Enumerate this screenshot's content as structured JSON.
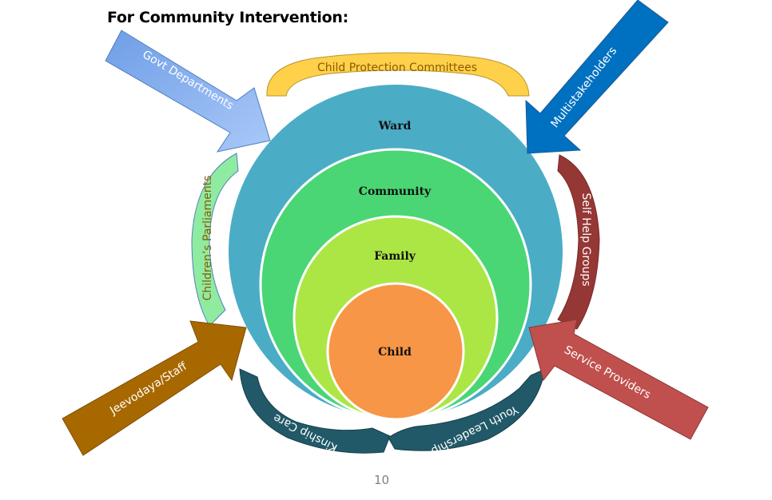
{
  "title": "For Community Intervention:",
  "page_number": "10",
  "rings": [
    {
      "label": "Ward",
      "color": "#4BACC6"
    },
    {
      "label": "Community",
      "color": "#4AD674"
    },
    {
      "label": "Family",
      "color": "#ACE645"
    },
    {
      "label": "Child",
      "color": "#F79646"
    }
  ],
  "arrows": [
    {
      "label": "Govt Departments",
      "color": "#8DB4F0"
    },
    {
      "label": "Multistakeholders",
      "color": "#0070C0"
    },
    {
      "label": "Jeevodaya/Staff",
      "color": "#A86800"
    },
    {
      "label": "Service Providers",
      "color": "#C0504D"
    }
  ],
  "arcs": [
    {
      "label": "Child Protection Committees",
      "color": "#FFD04A",
      "text_color": "#8B5A00"
    },
    {
      "label": "Children’s Parliaments",
      "color": "#8FEBA0",
      "text_color": "#8B5A00"
    },
    {
      "label": "Self Help Groups",
      "color": "#953735",
      "text_color": "#ffffff"
    },
    {
      "label": "Kinship Care",
      "color": "#215968",
      "text_color": "#ffffff"
    },
    {
      "label": "Youth Leadership",
      "color": "#215968",
      "text_color": "#ffffff"
    }
  ]
}
